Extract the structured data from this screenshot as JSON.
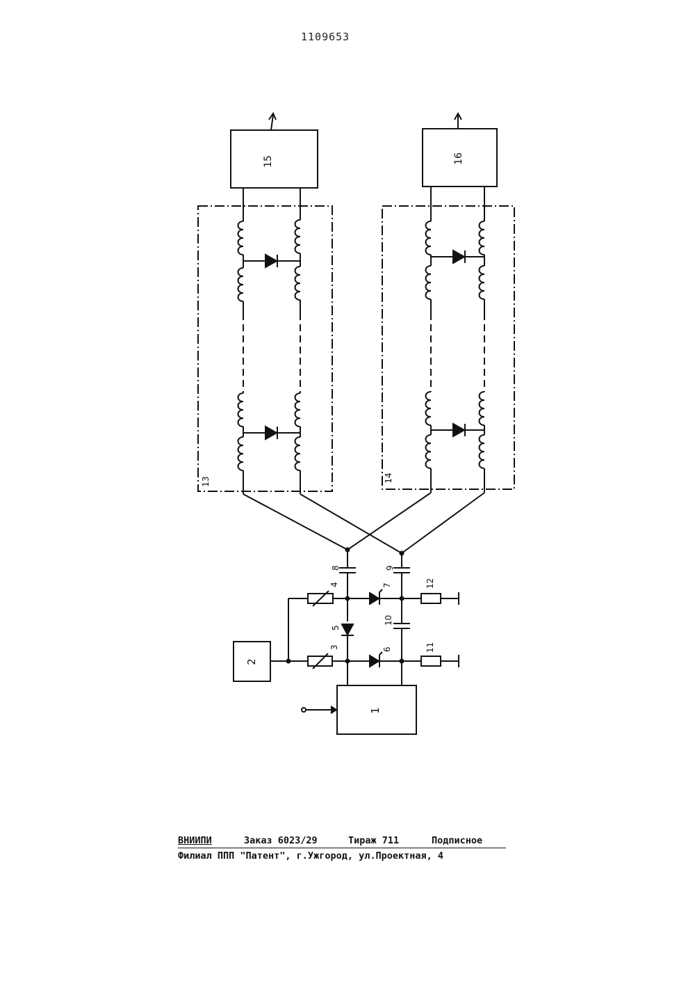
{
  "document": {
    "number": "1109653"
  },
  "diagram": {
    "labels": {
      "block_1": "1",
      "block_2": "2",
      "block_15": "15",
      "block_16": "16",
      "module_13": "13",
      "module_14": "14",
      "r3": "3",
      "r4": "4",
      "d5": "5",
      "d6": "6",
      "d7": "7",
      "c8": "8",
      "c9": "9",
      "c10": "10",
      "r11": "11",
      "r12": "12"
    }
  },
  "footer": {
    "line1": {
      "org": "ВНИИПИ",
      "order": "Заказ 6023/29",
      "circulation": "Тираж 711",
      "type": "Подписное"
    },
    "line2": {
      "branch": "Филиал ППП \"Патент\", г.Ужгород, ул.Проектная, 4"
    }
  }
}
